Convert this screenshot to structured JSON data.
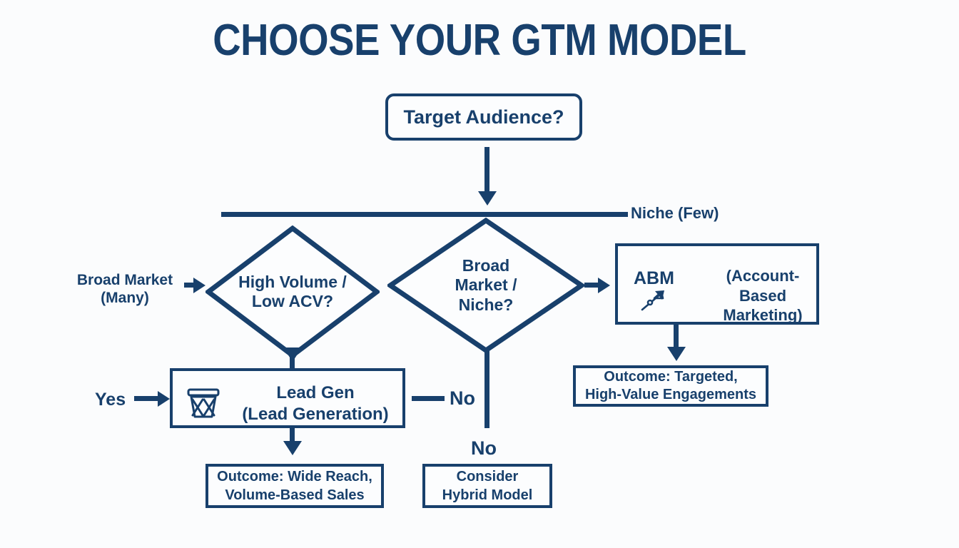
{
  "title": "CHOOSE YOUR GTM MODEL",
  "colors": {
    "navy": "#18406c",
    "background": "#fbfcfd",
    "box_fill": "#fcfdfe"
  },
  "chart_data": {
    "type": "diagram",
    "title": "CHOOSE YOUR GTM MODEL",
    "diagram_kind": "decision-flowchart"
  },
  "nodes": {
    "start": {
      "label": "Target Audience?",
      "shape": "rounded-rect"
    },
    "decision_volume": {
      "line1": "High Volume /",
      "line2": "Low ACV?",
      "shape": "diamond"
    },
    "decision_market": {
      "line1": "Broad",
      "line2": "Market /",
      "line3": "Niche?",
      "shape": "diamond"
    },
    "abm": {
      "acronym": "ABM",
      "expansion_line1": "(Account-Based",
      "expansion_line2": "Marketing)",
      "icon": "spear-icon",
      "shape": "rect"
    },
    "lead_gen": {
      "line1": "Lead Gen",
      "line2": "(Lead Generation)",
      "icon": "basket-icon",
      "shape": "rect"
    },
    "outcome_lead_gen": {
      "line1": "Outcome: Wide Reach,",
      "line2": "Volume-Based Sales",
      "shape": "rect"
    },
    "outcome_abm": {
      "line1": "Outcome: Targeted,",
      "line2": "High-Value Engagements",
      "shape": "rect"
    },
    "hybrid": {
      "line1": "Consider",
      "line2": "Hybrid Model",
      "shape": "rect"
    }
  },
  "edge_labels": {
    "broad_market_many_line1": "Broad Market",
    "broad_market_many_line2": "(Many)",
    "niche_few": "Niche (Few)",
    "yes": "Yes",
    "no_lead_gen": "No",
    "no_hybrid": "No"
  }
}
